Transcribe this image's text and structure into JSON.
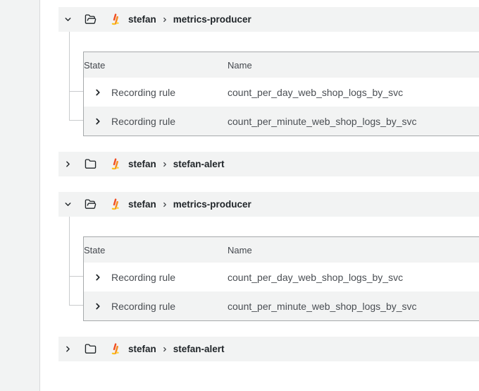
{
  "columns": {
    "state": "State",
    "name": "Name"
  },
  "groups": [
    {
      "folder": "stefan",
      "name": "metrics-producer",
      "expanded": true,
      "rules": [
        {
          "state": "Recording rule",
          "name": "count_per_day_web_shop_logs_by_svc"
        },
        {
          "state": "Recording rule",
          "name": "count_per_minute_web_shop_logs_by_svc"
        }
      ]
    },
    {
      "folder": "stefan",
      "name": "stefan-alert",
      "expanded": false,
      "rules": []
    },
    {
      "folder": "stefan",
      "name": "metrics-producer",
      "expanded": true,
      "rules": [
        {
          "state": "Recording rule",
          "name": "count_per_day_web_shop_logs_by_svc"
        },
        {
          "state": "Recording rule",
          "name": "count_per_minute_web_shop_logs_by_svc"
        }
      ]
    },
    {
      "folder": "stefan",
      "name": "stefan-alert",
      "expanded": false,
      "rules": []
    }
  ],
  "icons": {
    "expanded_group": "chevron-down-icon",
    "collapsed_group": "chevron-right-icon",
    "expanded_folder": "folder-open-icon",
    "collapsed_folder": "folder-icon",
    "datasource": "loki-flame-icon",
    "breadcrumb_separator": "chevron-right-icon",
    "row_expander": "chevron-right-icon"
  },
  "colors": {
    "group_header_bg": "#f2f3f3",
    "zebra_row_bg": "#f2f3f3",
    "table_border": "#a6a9ab",
    "tree_line": "#c9cbcd",
    "left_strip_bg": "#f2f3f3",
    "text_primary": "#1f2428",
    "text_secondary": "#4a4e53",
    "loki_red": "#f04e23",
    "loki_orange": "#f68a20",
    "loki_yellow": "#fbc21a"
  }
}
